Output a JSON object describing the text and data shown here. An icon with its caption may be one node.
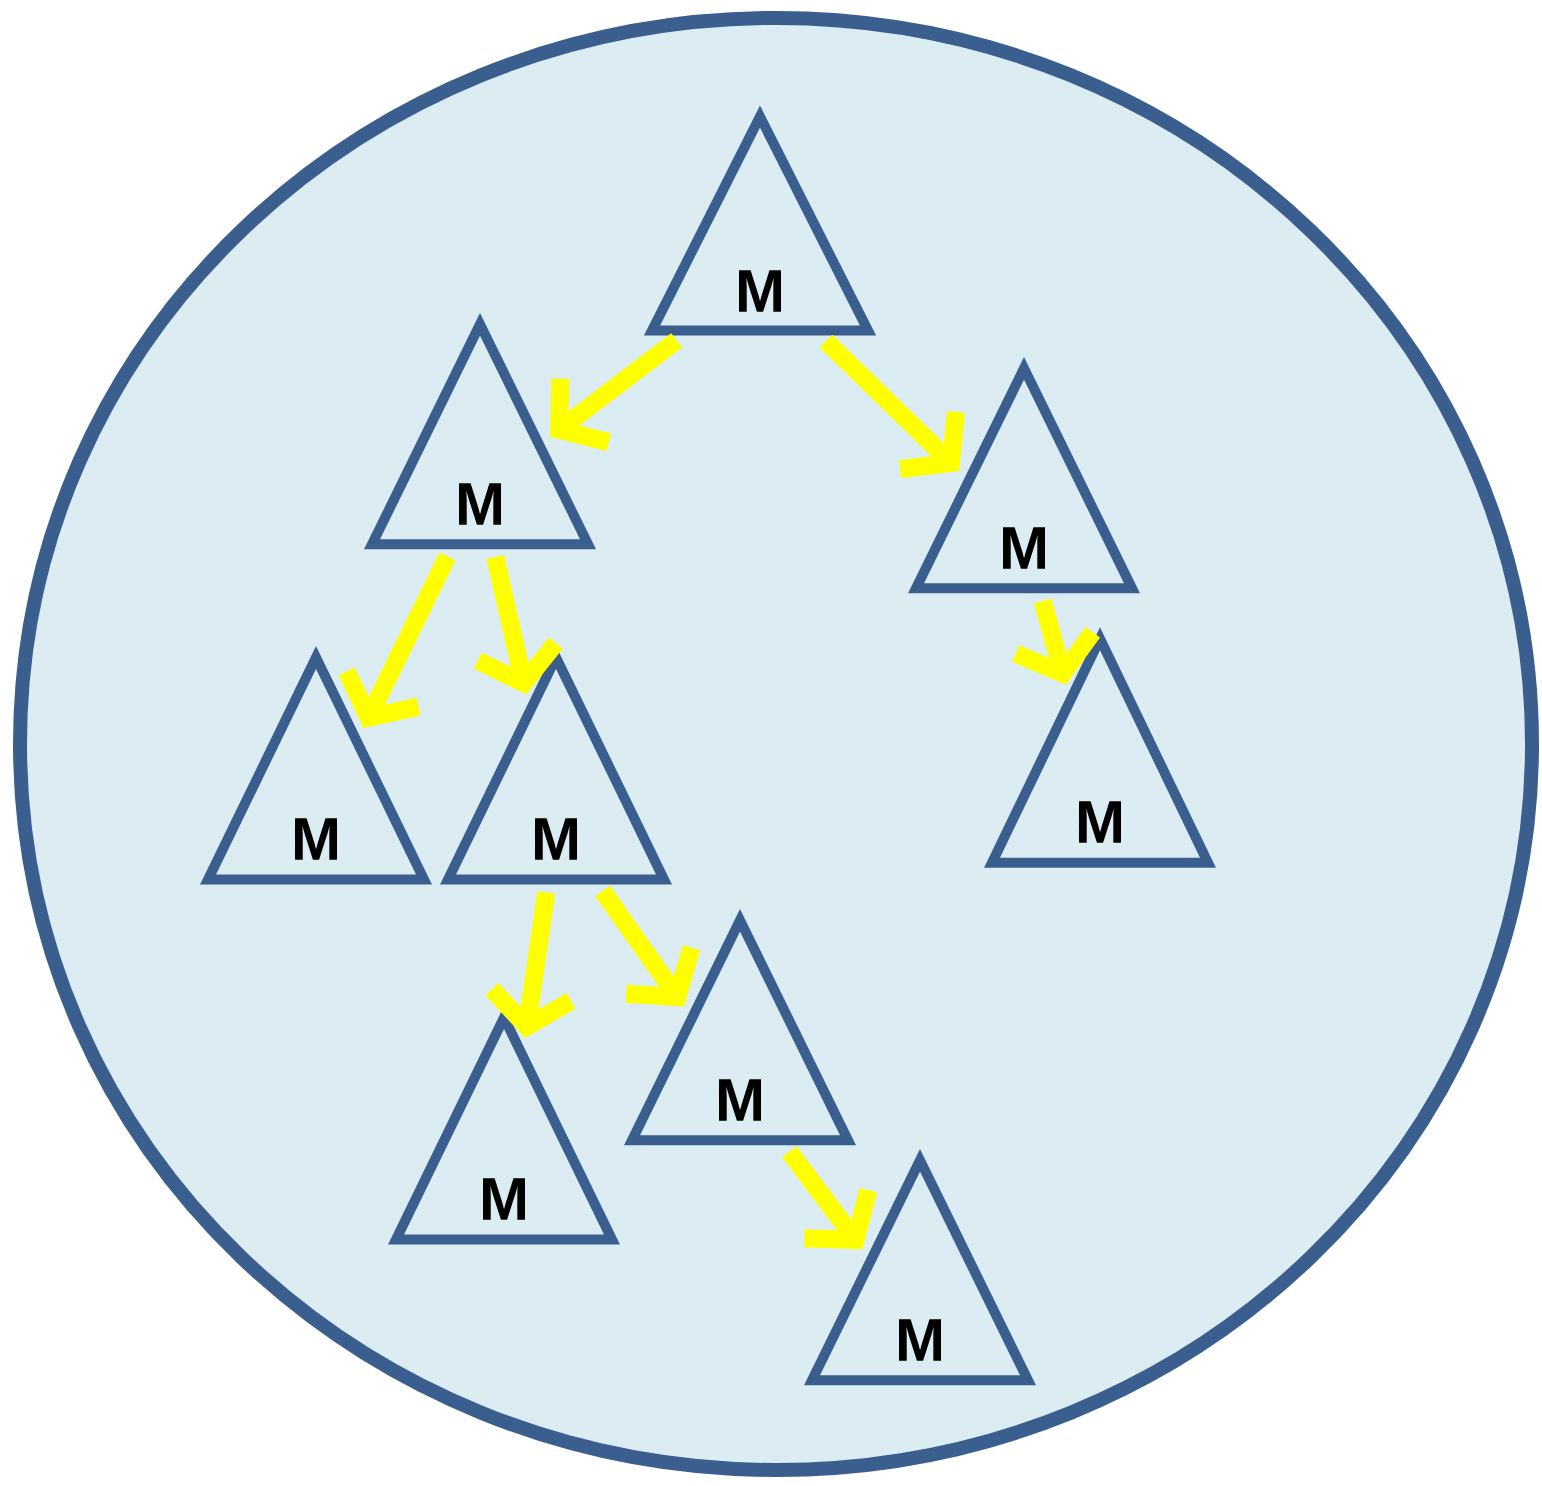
{
  "diagram": {
    "nodes": [
      {
        "text": [],
        "shape": "circle"
      },
      {
        "text": [
          "M"
        ],
        "in": 0
      },
      {
        "text": [
          "M"
        ],
        "in": 0
      },
      {
        "text": [
          "M"
        ],
        "in": 0
      },
      {
        "text": [
          "M"
        ],
        "in": 0
      },
      {
        "text": [
          "M"
        ],
        "in": 0
      },
      {
        "text": [
          "M"
        ],
        "in": 0
      },
      {
        "text": [
          "M"
        ],
        "in": 0
      },
      {
        "text": [
          "M"
        ],
        "in": 0
      },
      {
        "text": [
          "M"
        ],
        "in": 0
      }
    ],
    "edges": [
      {
        "from": 1,
        "to": 2,
        "arrow": "to"
      },
      {
        "from": 1,
        "to": 3,
        "arrow": "to"
      },
      {
        "from": 2,
        "to": 4,
        "arrow": "to"
      },
      {
        "from": 2,
        "to": 5,
        "arrow": "to"
      },
      {
        "from": 3,
        "to": 6,
        "arrow": "to"
      },
      {
        "from": 5,
        "to": 7,
        "arrow": "to"
      },
      {
        "from": 5,
        "to": 8,
        "arrow": "to"
      },
      {
        "from": 8,
        "to": 9,
        "arrow": "to"
      }
    ]
  }
}
